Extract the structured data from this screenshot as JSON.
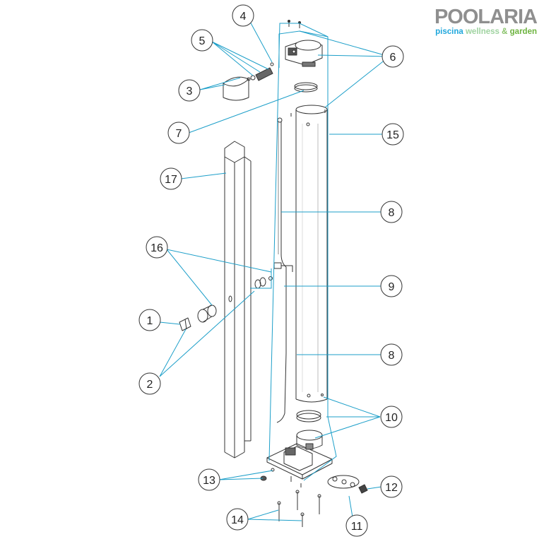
{
  "brand": {
    "name": "POOLARIA",
    "tagline_1": "piscina",
    "tagline_2": "wellness",
    "tagline_amp": "&",
    "tagline_3": "garden",
    "colors": {
      "name": "#8f8f8f",
      "piscina": "#1fa7dc",
      "wellness": "#9fd3a0",
      "garden": "#6db33f"
    }
  },
  "callout_color": "#1d9fc9",
  "callouts": [
    "1",
    "2",
    "3",
    "4",
    "5",
    "6",
    "7",
    "8",
    "9",
    "8",
    "10",
    "11",
    "12",
    "13",
    "14",
    "15",
    "16",
    "17"
  ]
}
